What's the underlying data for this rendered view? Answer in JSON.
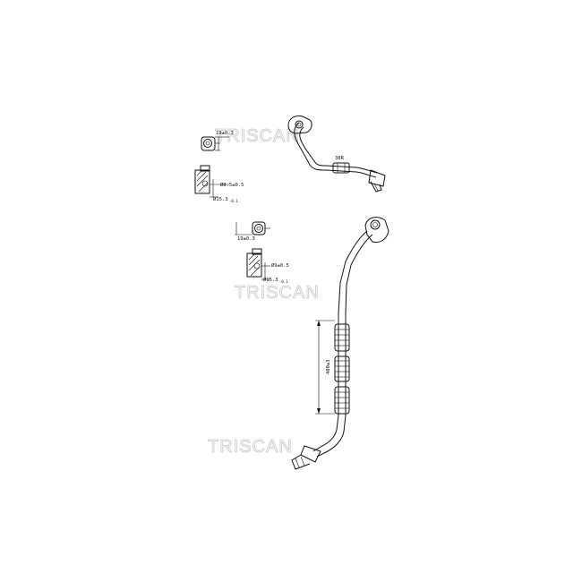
{
  "watermark": "TRISCAN",
  "detail_top": {
    "dim_1": "19±0.3",
    "dim_2": "Ø8.5±0.5",
    "dim_3": "Ø15.3",
    "dim_3_tol": "-0.1",
    "bend_label": "38R"
  },
  "detail_bottom": {
    "dim_1": "19±0.3",
    "dim_2": "Ø9±0.5",
    "dim_3": "Ø15.3",
    "dim_3_tol": "-0.1"
  },
  "length_label": "480±3"
}
